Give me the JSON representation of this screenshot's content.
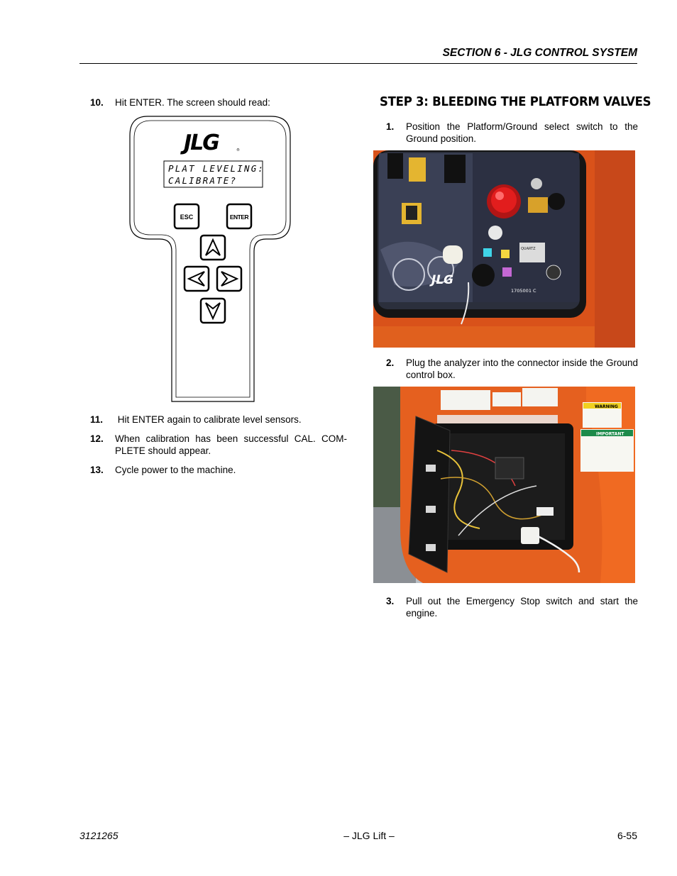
{
  "header": {
    "section": "SECTION 6 - JLG CONTROL SYSTEM"
  },
  "left": {
    "steps": [
      {
        "num": "10.",
        "text": "Hit ENTER. The screen should read:"
      },
      {
        "num": "11.",
        "text": " Hit ENTER again to calibrate level sensors."
      },
      {
        "num": "12.",
        "text": "When calibration has been successful CAL. COM-PLETE should appear."
      },
      {
        "num": "13.",
        "text": "Cycle power to the machine."
      }
    ],
    "analyzer": {
      "logo": "JLG",
      "display_line1": "PLAT LEVELING:",
      "display_line2": "CALIBRATE?",
      "esc_label": "ESC",
      "enter_label": "ENTER"
    }
  },
  "right": {
    "title": "STEP 3: BLEEDING THE PLATFORM VALVES",
    "steps": [
      {
        "num": "1.",
        "text": "Position the Platform/Ground select switch to the Ground position."
      },
      {
        "num": "2.",
        "text": "Plug the analyzer into the connector inside the Ground control box."
      },
      {
        "num": "3.",
        "text": "Pull out the Emergency Stop switch and start the engine."
      }
    ],
    "photo1": {
      "logo": "JLG",
      "part_no": "1705001 C",
      "meter": "QUARTZ"
    },
    "photo2": {
      "warning": "WARNING",
      "important": "IMPORTANT"
    }
  },
  "footer": {
    "doc_no": "3121265",
    "center": "– JLG Lift –",
    "page": "6-55"
  }
}
